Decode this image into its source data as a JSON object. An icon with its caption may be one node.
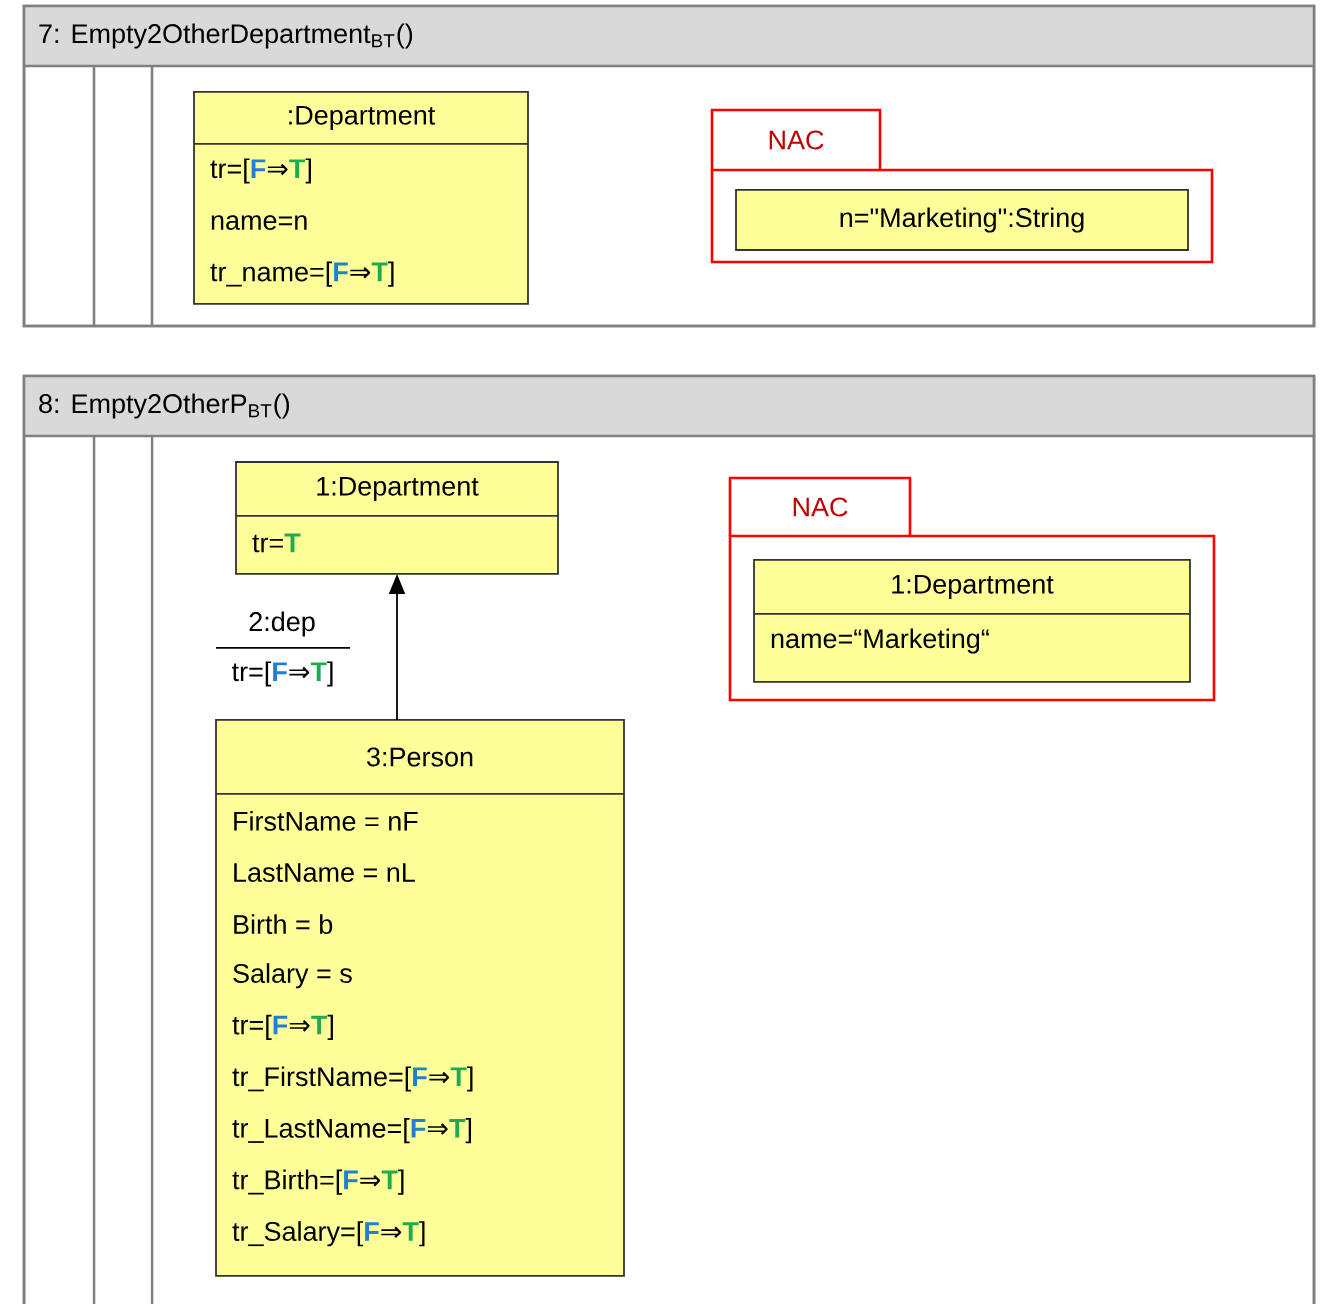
{
  "diagram": {
    "nodes": [
      {
        "text": [
          "7: Empty2OtherDepartment$_{BT}$()"
        ]
      },
      {
        "text": [
          ":Department",
          "tr=[**F**⇒**T**]",
          "name=n",
          "tr_name=[**F**⇒**T**]"
        ],
        "in": 0
      },
      {
        "text": [
          "NAC"
        ],
        "in": 0
      },
      {
        "text": [
          "n=\"Marketing\":String"
        ],
        "in": 2
      },
      {
        "text": [
          "8: Empty2OtherP$_{BT}$()"
        ]
      },
      {
        "text": [
          "1:Department",
          "tr=**T**"
        ],
        "in": 4
      },
      {
        "text": [
          "NAC"
        ],
        "in": 4
      },
      {
        "text": [
          "1:Department",
          "name=“Marketing“"
        ],
        "in": 6
      },
      {
        "text": [
          "3:Person",
          "FirstName = nF",
          "LastName = nL",
          "Birth = b",
          "Salary = s",
          "tr=[**F**⇒**T**]",
          "tr_FirstName=[**F**⇒**T**]",
          "tr_LastName=[**F**⇒**T**]",
          "tr_Birth=[**F**⇒**T**]",
          "tr_Salary=[**F**⇒**T**]"
        ],
        "in": 4
      }
    ],
    "edges": [
      {
        "from": 8,
        "to": 5,
        "arrow": "to",
        "label": "2:dep"
      }
    ],
    "labels": [
      "tr=[**F**⇒**T**]"
    ]
  }
}
